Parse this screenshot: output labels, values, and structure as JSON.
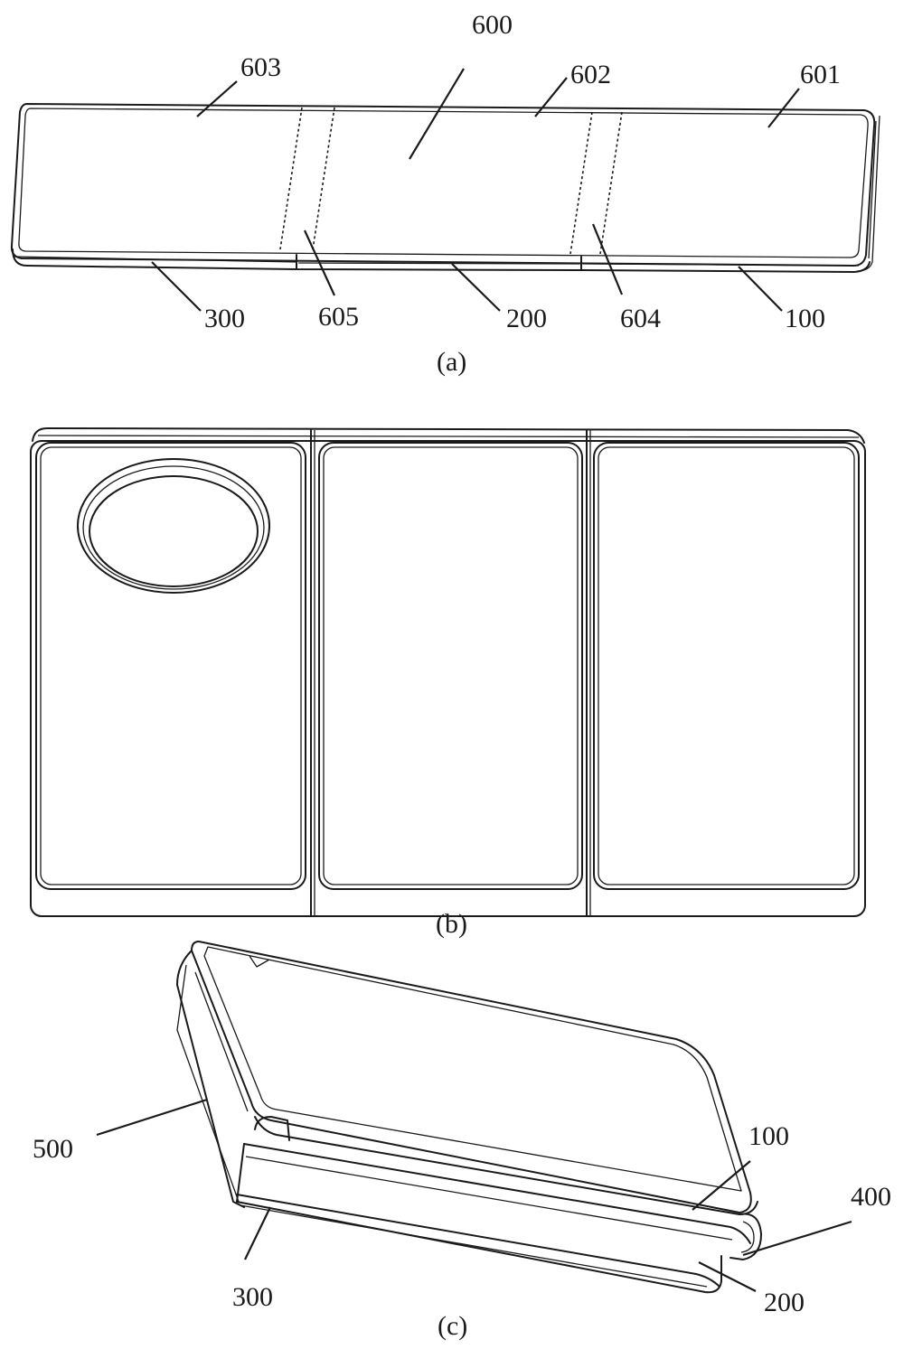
{
  "panels": [
    {
      "caption": "(a)",
      "labels": {
        "display": "600",
        "screen_603": "603",
        "screen_602": "602",
        "screen_601": "601",
        "housing_300": "300",
        "bend_605": "605",
        "housing_200": "200",
        "bend_604": "604",
        "housing_100": "100"
      }
    },
    {
      "caption": "(b)"
    },
    {
      "caption": "(c)",
      "labels": {
        "hinge_500": "500",
        "housing_100": "100",
        "hinge_400": "400",
        "housing_300": "300",
        "housing_200": "200"
      }
    }
  ]
}
